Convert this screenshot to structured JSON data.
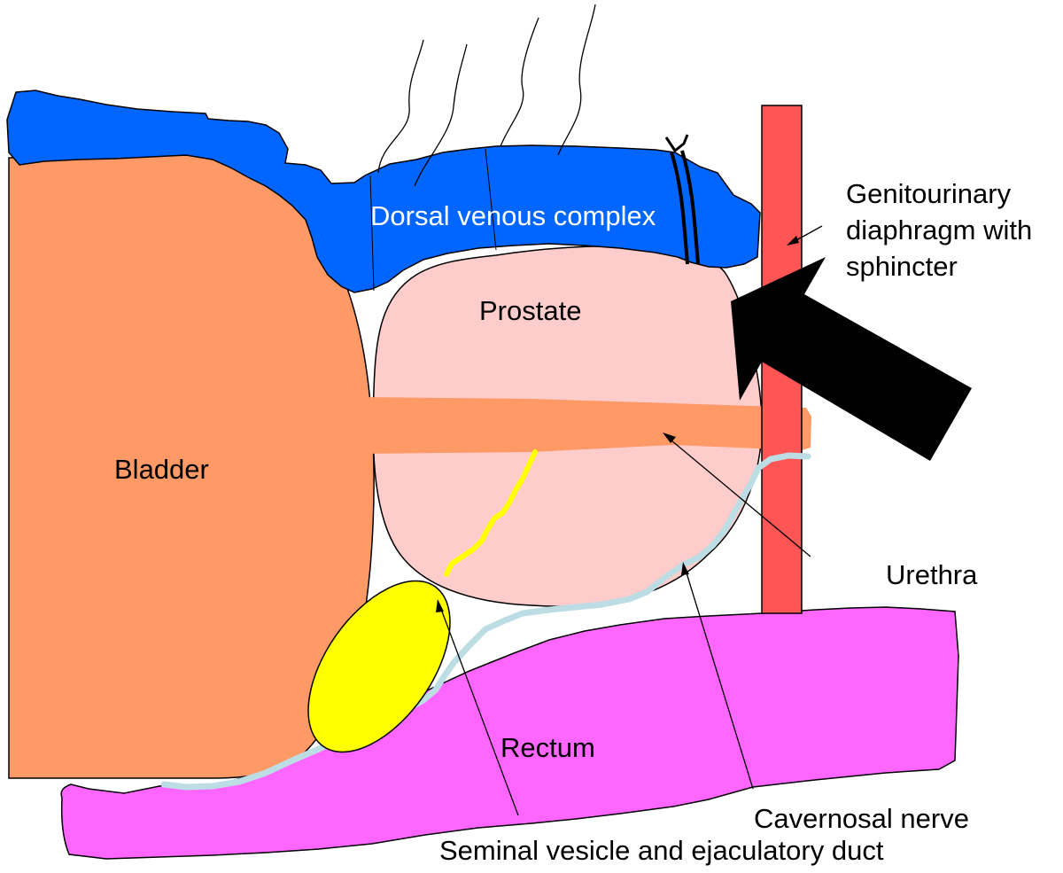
{
  "labels": {
    "dorsal_venous_complex": "Dorsal venous complex",
    "prostate": "Prostate",
    "bladder": "Bladder",
    "rectum": "Rectum",
    "urethra": "Urethra",
    "genitourinary_line1": "Genitourinary",
    "genitourinary_line2": "diaphragm with",
    "genitourinary_line3": "sphincter",
    "cavernosal_nerve": "Cavernosal nerve",
    "seminal_vesicle": "Seminal vesicle and ejaculatory duct"
  },
  "colors": {
    "bladder": "#FF9966",
    "urethra": "#FF9966",
    "dorsal_venous_complex": "#0066FF",
    "prostate": "#FFCCCC",
    "rectum": "#FF66FF",
    "seminal_vesicle": "#FFFF00",
    "ejaculatory_duct": "#FFFF00",
    "sphincter": "#FF5555",
    "cavernosal_nerve": "#BBDDE3",
    "compression_arrow": "#000000"
  }
}
